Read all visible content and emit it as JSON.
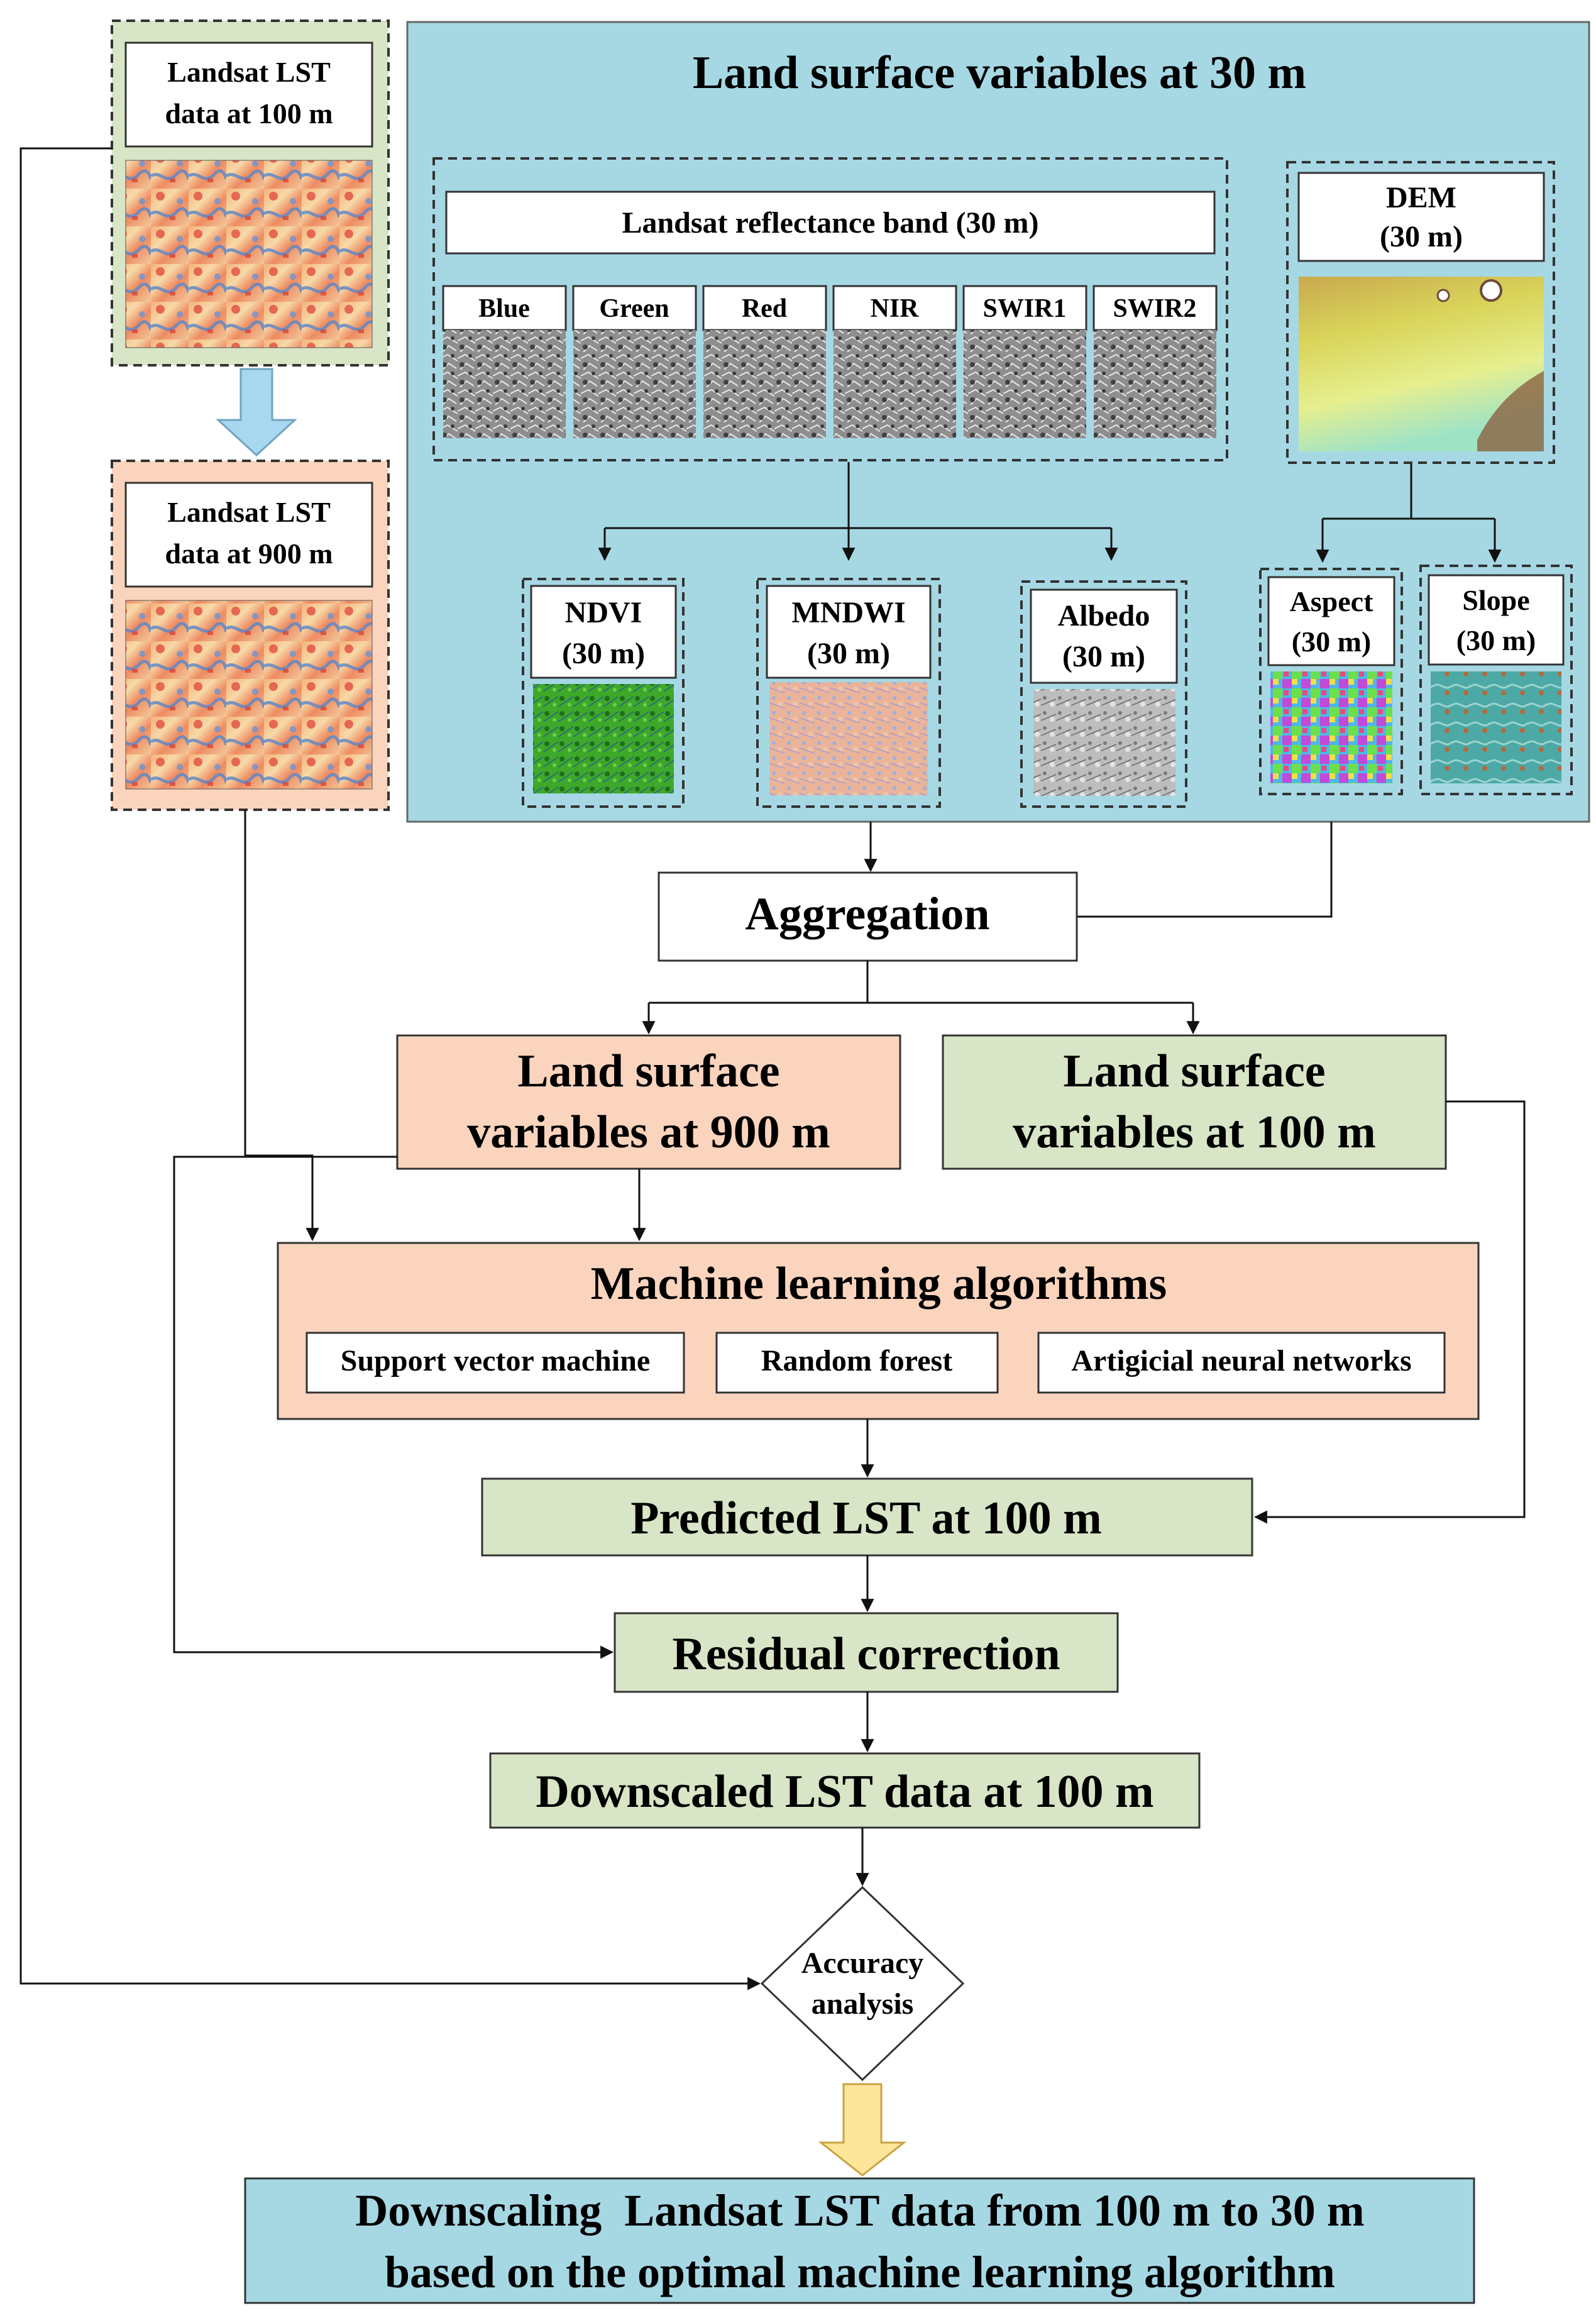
{
  "colors": {
    "main_panel": "#a6d8e4",
    "green_box": "#d8e5c6",
    "orange_box": "#fbd4be",
    "thumb_green": "#3da82a",
    "arrow_blue_fill": "#a8d8ef",
    "arrow_yellow_fill": "#fde59a",
    "line": "#222222"
  },
  "lst_inputs": {
    "lst_100": {
      "line1": "Landsat LST",
      "line2": "data at 100 m"
    },
    "lst_900": {
      "line1": "Landsat LST",
      "line2": "data at 900 m"
    }
  },
  "panel": {
    "title": "Land surface variables at 30 m",
    "reflectance_title": "Landsat reflectance band (30 m)",
    "bands": [
      "Blue",
      "Green",
      "Red",
      "NIR",
      "SWIR1",
      "SWIR2"
    ],
    "dem": {
      "line1": "DEM",
      "line2": "(30 m)"
    },
    "derived": [
      {
        "line1": "NDVI",
        "line2": "(30 m)"
      },
      {
        "line1": "MNDWI",
        "line2": "(30 m)"
      },
      {
        "line1": "Albedo",
        "line2": "(30 m)"
      },
      {
        "line1": "Aspect",
        "line2": "(30 m)"
      },
      {
        "line1": "Slope",
        "line2": "(30 m)"
      }
    ]
  },
  "flow": {
    "aggregation": "Aggregation",
    "lsv_900": {
      "line1": "Land surface",
      "line2": "variables at 900 m"
    },
    "lsv_100": {
      "line1": "Land surface",
      "line2": "variables at 100 m"
    },
    "ml": {
      "title": "Machine learning algorithms",
      "algorithms": [
        "Support vector machine",
        "Random forest",
        "Artigicial neural networks"
      ]
    },
    "predicted": "Predicted LST at 100 m",
    "residual": "Residual correction",
    "downscaled": "Downscaled LST data at 100 m",
    "accuracy": {
      "line1": "Accuracy",
      "line2": "analysis"
    },
    "final": {
      "line1": "Downscaling  Landsat LST data from 100 m to 30 m",
      "line2": "based on the optimal machine learning algorithm"
    }
  }
}
